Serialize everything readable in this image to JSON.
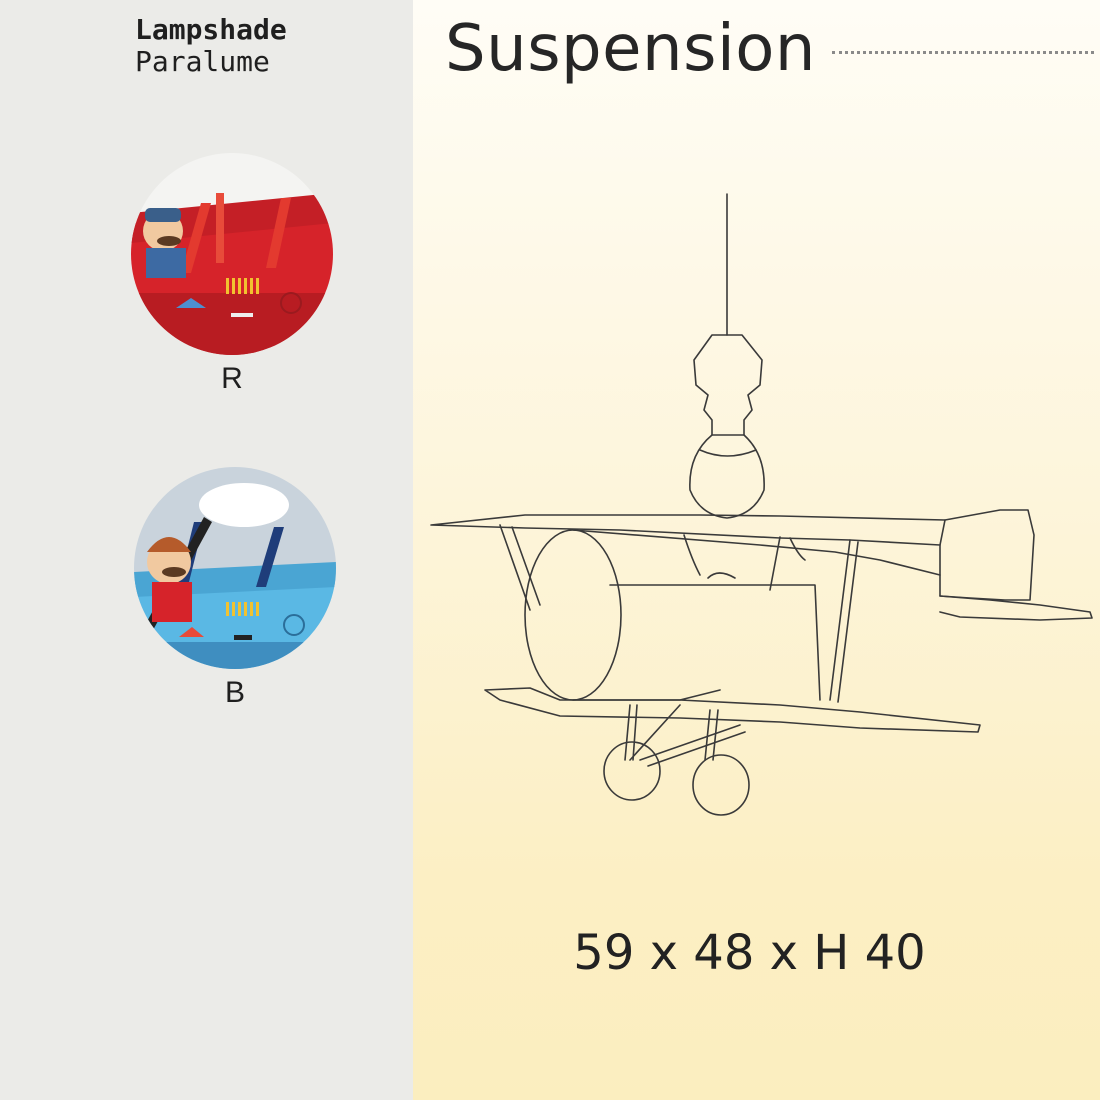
{
  "lampshade": {
    "label_en": "Lampshade",
    "label_it": "Paralume"
  },
  "swatches": [
    {
      "code": "R",
      "color": "#d6232a",
      "name": "red-airplane-swatch"
    },
    {
      "code": "B",
      "color": "#5ab8e4",
      "name": "blue-airplane-swatch"
    }
  ],
  "product": {
    "title": "Suspension",
    "dimensions": "59 x 48 x H 40"
  }
}
